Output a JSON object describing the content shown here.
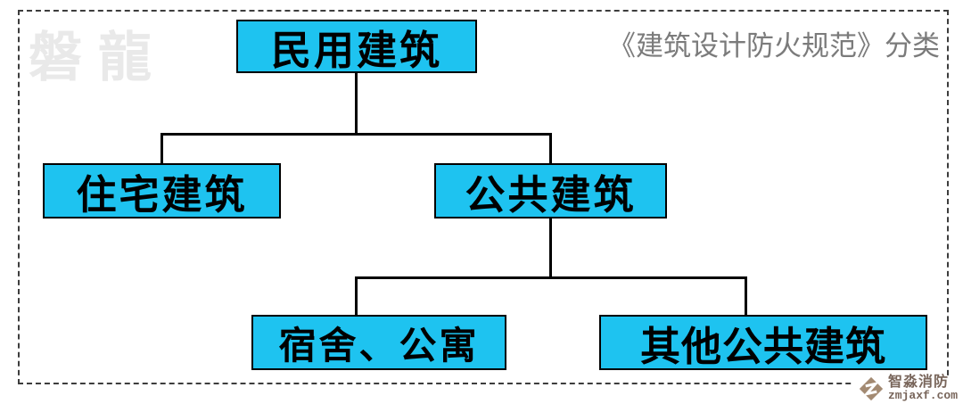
{
  "header": {
    "watermark": "磐龍",
    "title": "《建筑设计防火规范》分类"
  },
  "tree": {
    "root": {
      "label": "民用建筑"
    },
    "children": [
      {
        "label": "住宅建筑"
      },
      {
        "label": "公共建筑",
        "children": [
          {
            "label": "宿舍、公寓"
          },
          {
            "label": "其他公共建筑"
          }
        ]
      }
    ]
  },
  "brand": {
    "name": "智淼消防",
    "site": "zmjaxf.com",
    "icon": "diamond-logo-icon"
  },
  "colors": {
    "node_fill": "#1ec3f0",
    "node_border": "#000000",
    "line": "#000000",
    "title": "#7b7b7b",
    "watermark": "#e9e9e9",
    "frame": "#3d3d3d",
    "brand": "#78655a",
    "brand_icon": "#a38a72"
  }
}
